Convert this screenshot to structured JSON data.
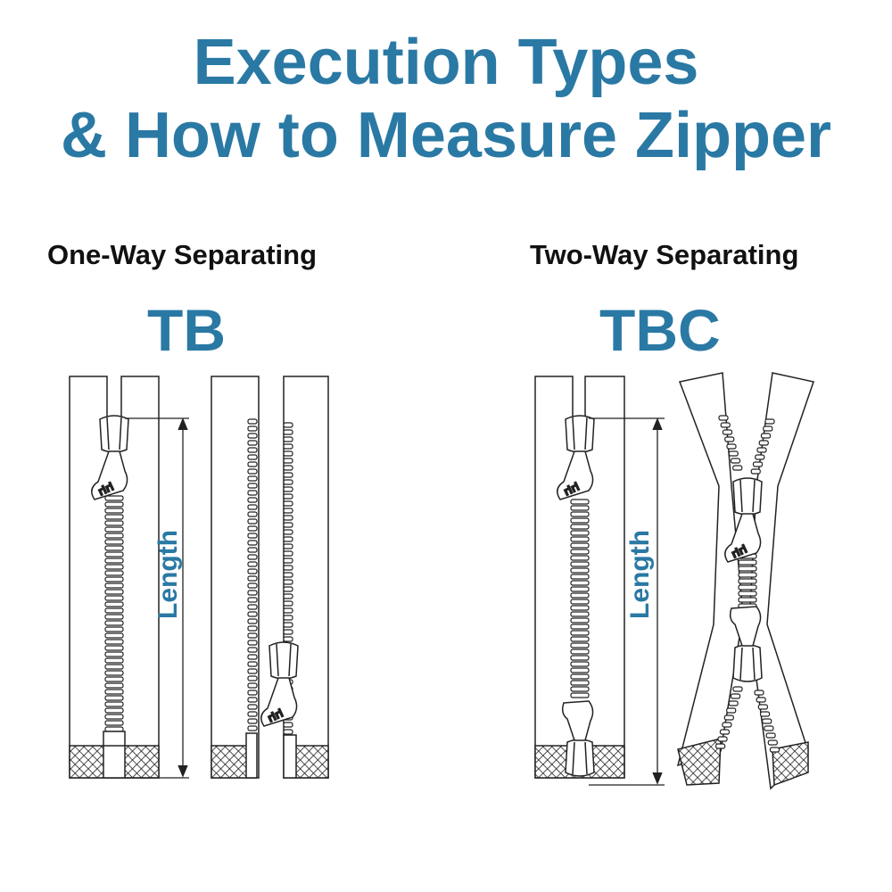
{
  "title": {
    "line1": "Execution Types",
    "line2": "& How to Measure Zipper"
  },
  "types": [
    {
      "name": "One-Way Separating",
      "code": "TB"
    },
    {
      "name": "Two-Way Separating",
      "code": "TBC"
    }
  ],
  "measure_label": "Length",
  "slider_brand": "riri",
  "colors": {
    "accent": "#2a79a4",
    "text": "#111111",
    "line": "#222222"
  }
}
